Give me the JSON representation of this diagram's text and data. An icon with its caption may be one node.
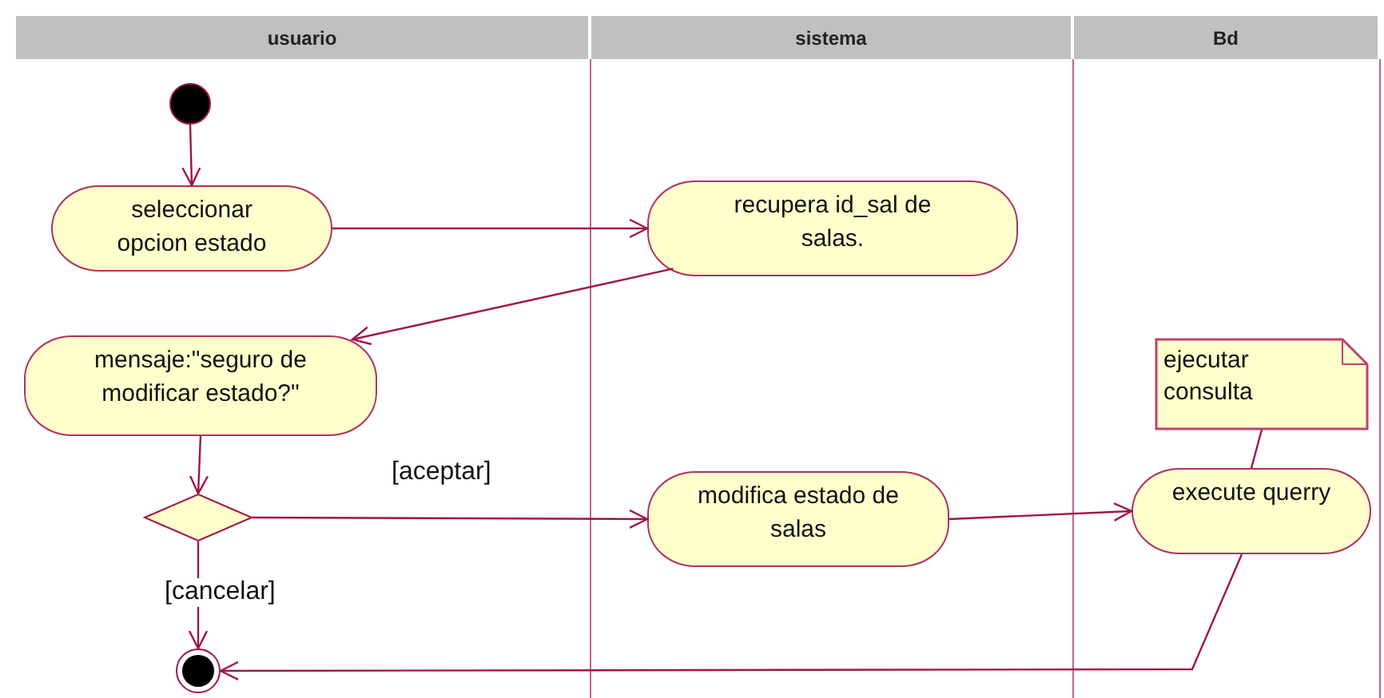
{
  "diagram": {
    "nodes": [
      {
        "text": [
          "usuario"
        ]
      },
      {
        "text": [
          "sistema"
        ]
      },
      {
        "text": [
          "Bd"
        ]
      },
      {
        "text": [],
        "shape": "circle",
        "in": 0
      },
      {
        "text": [
          "seleccionar opcion estado"
        ],
        "in": 0
      },
      {
        "text": [
          "recupera id_sal de salas."
        ],
        "in": 1
      },
      {
        "text": [
          "mensaje:\"seguro de modificar estado?\""
        ],
        "in": 0
      },
      {
        "text": [],
        "shape": "diamond",
        "in": 0
      },
      {
        "text": [
          "modifica estado de salas"
        ],
        "in": 1
      },
      {
        "text": [
          "ejecutar consulta"
        ],
        "in": 2
      },
      {
        "text": [
          "execute querry"
        ],
        "in": 2
      },
      {
        "text": [],
        "shape": "circle",
        "in": 0
      }
    ],
    "edges": [
      {
        "from": 3,
        "to": 4,
        "arrow": "to"
      },
      {
        "from": 4,
        "to": 5,
        "arrow": "to"
      },
      {
        "from": 5,
        "to": 6,
        "arrow": "to"
      },
      {
        "from": 6,
        "to": 7,
        "arrow": "to"
      },
      {
        "from": 7,
        "to": 8,
        "arrow": "to",
        "label": "[aceptar]"
      },
      {
        "from": 7,
        "to": 11,
        "arrow": "to",
        "label": "[cancelar]"
      },
      {
        "from": 8,
        "to": 10,
        "arrow": "to"
      },
      {
        "from": 10,
        "to": 11,
        "arrow": "to"
      },
      {
        "from": 9,
        "to": 10,
        "arrow": "none"
      }
    ]
  }
}
